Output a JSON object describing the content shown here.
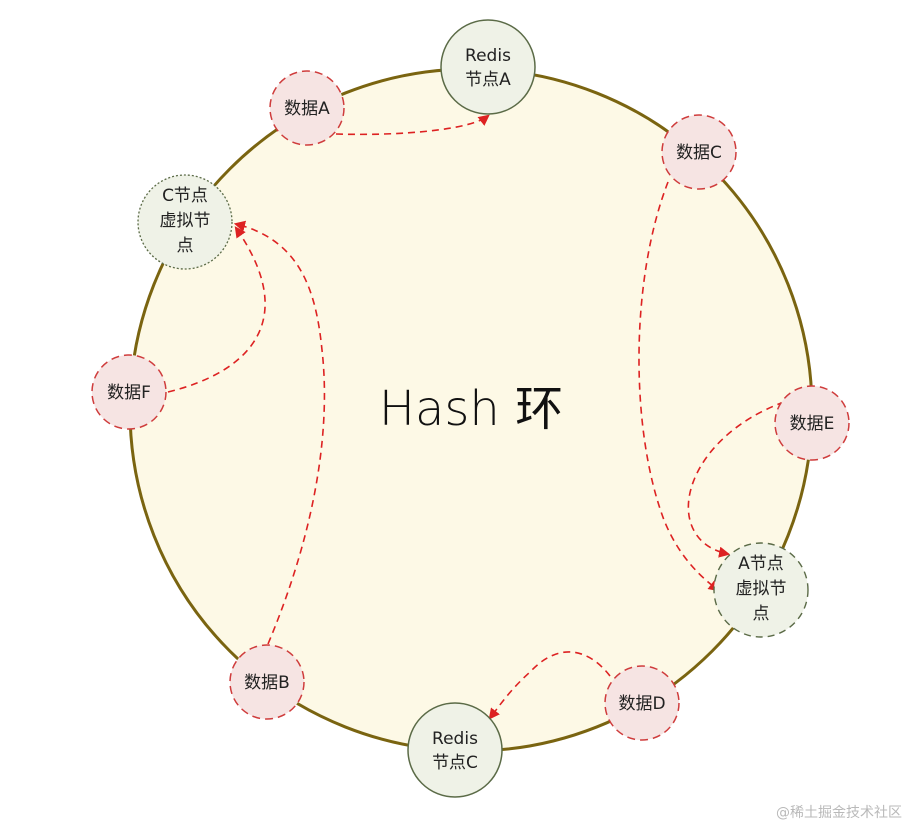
{
  "title": "Hash 环",
  "watermark": "@稀土掘金技术社区",
  "colors": {
    "ring_fill": "#fdf9e6",
    "ring_stroke": "#7a6410",
    "redis_fill": "#eff2e7",
    "redis_stroke": "#5b6b47",
    "data_fill": "#f6e4e3",
    "data_stroke": "#cf3c3c",
    "arrow": "#dd2222"
  },
  "nodes": {
    "redis_a": {
      "lines": [
        "Redis",
        "节点A"
      ]
    },
    "redis_c": {
      "lines": [
        "Redis",
        "节点C"
      ]
    },
    "virtual_c": {
      "lines": [
        "C节点",
        "虚拟节",
        "点"
      ]
    },
    "virtual_a": {
      "lines": [
        "A节点",
        "虚拟节",
        "点"
      ]
    },
    "data_a": {
      "lines": [
        "数据A"
      ]
    },
    "data_b": {
      "lines": [
        "数据B"
      ]
    },
    "data_c": {
      "lines": [
        "数据C"
      ]
    },
    "data_d": {
      "lines": [
        "数据D"
      ]
    },
    "data_e": {
      "lines": [
        "数据E"
      ]
    },
    "data_f": {
      "lines": [
        "数据F"
      ]
    }
  }
}
